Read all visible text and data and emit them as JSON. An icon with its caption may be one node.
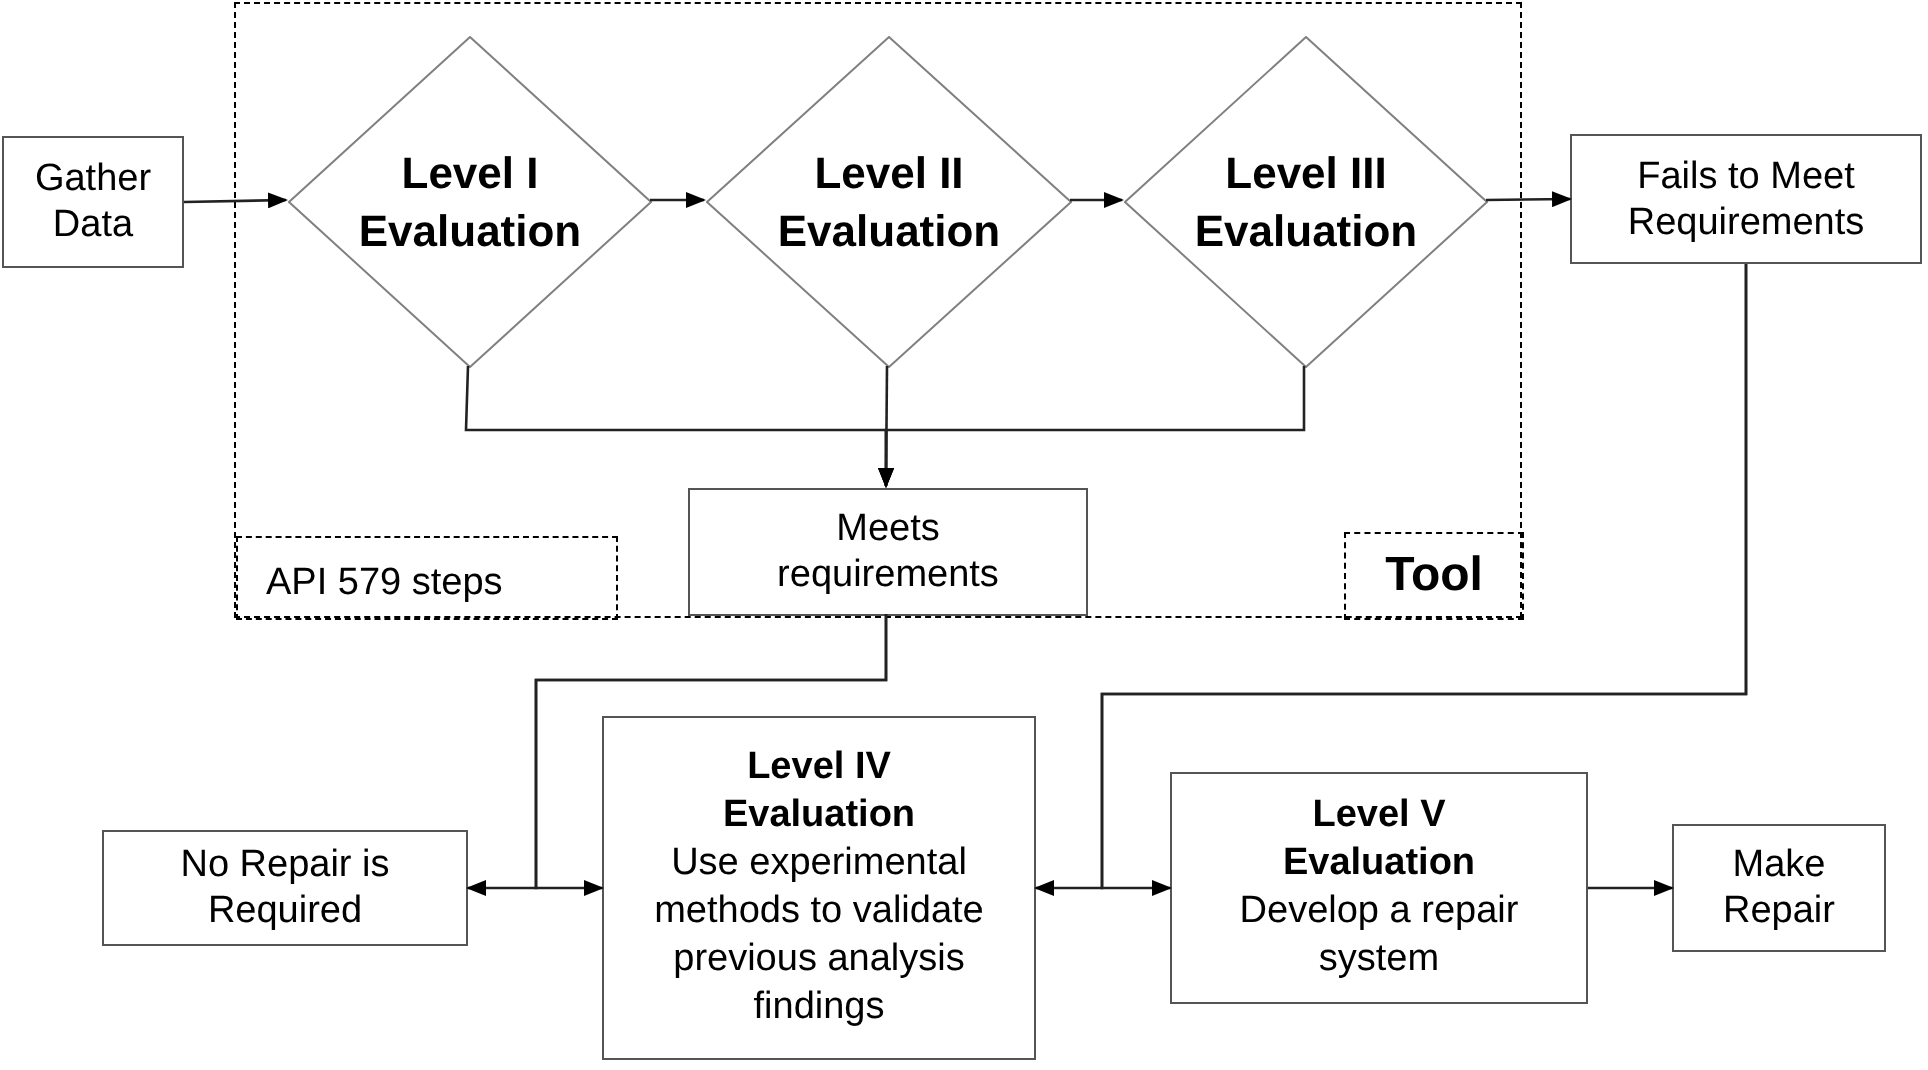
{
  "diagram": {
    "nodes": [
      {
        "text": [],
        "shape": "box"
      },
      {
        "text": [
          "Gather Data"
        ]
      },
      {
        "text": [
          "Level I Evaluation"
        ],
        "in": 0
      },
      {
        "text": [
          "Level II Evaluation"
        ],
        "in": 0
      },
      {
        "text": [
          "Level III Evaluation"
        ],
        "in": 0
      },
      {
        "text": [
          "Fails to Meet Requirements"
        ]
      },
      {
        "text": [
          "Meets requirements"
        ],
        "in": 0
      },
      {
        "text": [
          "API 579 steps"
        ],
        "in": 0
      },
      {
        "text": [
          "Tool"
        ],
        "in": 0
      },
      {
        "text": [
          "No Repair is Required"
        ]
      },
      {
        "text": [
          "Level IV Evaluation",
          "Use experimental methods to validate previous analysis findings"
        ]
      },
      {
        "text": [
          "Level V Evaluation",
          "Develop a repair system"
        ]
      },
      {
        "text": [
          "Make Repair"
        ]
      }
    ],
    "edges": [
      {
        "from": 1,
        "to": 2,
        "arrow": "to"
      },
      {
        "from": 2,
        "to": 3,
        "arrow": "to"
      },
      {
        "from": 3,
        "to": 4,
        "arrow": "to"
      },
      {
        "from": 4,
        "to": 5,
        "arrow": "to"
      },
      {
        "from": 2,
        "to": 6,
        "arrow": "to"
      },
      {
        "from": 3,
        "to": 6,
        "arrow": "to"
      },
      {
        "from": 4,
        "to": 6,
        "arrow": "to"
      },
      {
        "from": 6,
        "to": 9,
        "arrow": "to"
      },
      {
        "from": 6,
        "to": 10,
        "arrow": "to"
      },
      {
        "from": 5,
        "to": 10,
        "arrow": "to"
      },
      {
        "from": 5,
        "to": 11,
        "arrow": "to"
      },
      {
        "from": 11,
        "to": 12,
        "arrow": "to"
      }
    ]
  }
}
